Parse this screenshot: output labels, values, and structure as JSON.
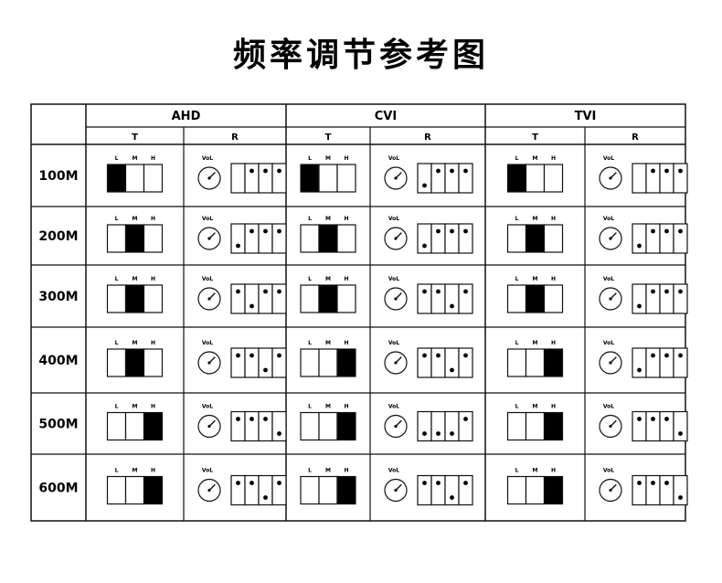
{
  "title": "频率调节参考图",
  "groups": [
    {
      "name": "AHD",
      "t": "T",
      "r": "R"
    },
    {
      "name": "CVI",
      "t": "T",
      "r": "R"
    },
    {
      "name": "TVI",
      "t": "T",
      "r": "R"
    }
  ],
  "switch_labels": [
    "L",
    "M",
    "H"
  ],
  "vol_label": "VoL",
  "rows": [
    {
      "label": "100M",
      "cells": [
        {
          "t": 0,
          "dial": 0.5,
          "r": [
            0,
            1,
            1,
            1
          ]
        },
        {
          "t": 0,
          "dial": 0.5,
          "r": [
            -1,
            1,
            1,
            1
          ]
        },
        {
          "t": 0,
          "dial": 0.5,
          "r": [
            0,
            1,
            1,
            1
          ]
        }
      ]
    },
    {
      "label": "200M",
      "cells": [
        {
          "t": 1,
          "dial": 0.5,
          "r": [
            -1,
            1,
            1,
            1
          ]
        },
        {
          "t": 1,
          "dial": 0.5,
          "r": [
            -1,
            1,
            1,
            1
          ]
        },
        {
          "t": 1,
          "dial": 0.5,
          "r": [
            -1,
            1,
            1,
            1
          ]
        }
      ]
    },
    {
      "label": "300M",
      "cells": [
        {
          "t": 1,
          "dial": 0.5,
          "r": [
            1,
            -1,
            1,
            1
          ]
        },
        {
          "t": 1,
          "dial": 0.5,
          "r": [
            1,
            1,
            -1,
            1
          ]
        },
        {
          "t": 1,
          "dial": 0.5,
          "r": [
            -1,
            1,
            1,
            1
          ]
        }
      ]
    },
    {
      "label": "400M",
      "cells": [
        {
          "t": 1,
          "dial": 0.5,
          "r": [
            1,
            1,
            -1,
            1
          ]
        },
        {
          "t": 2,
          "dial": 0.5,
          "r": [
            1,
            1,
            -1,
            1
          ]
        },
        {
          "t": 2,
          "dial": 0.5,
          "r": [
            -1,
            1,
            1,
            1
          ]
        }
      ]
    },
    {
      "label": "500M",
      "cells": [
        {
          "t": 2,
          "dial": 0.5,
          "r": [
            1,
            1,
            1,
            -1
          ]
        },
        {
          "t": 2,
          "dial": 0.5,
          "r": [
            -1,
            -1,
            -1,
            1
          ]
        },
        {
          "t": 2,
          "dial": 0.5,
          "r": [
            1,
            1,
            1,
            -1
          ]
        }
      ]
    },
    {
      "label": "600M",
      "cells": [
        {
          "t": 2,
          "dial": 0.5,
          "r": [
            1,
            1,
            -1,
            1
          ]
        },
        {
          "t": 2,
          "dial": 0.5,
          "r": [
            1,
            1,
            -1,
            1
          ]
        },
        {
          "t": 2,
          "dial": 0.5,
          "r": [
            1,
            1,
            1,
            -1
          ]
        }
      ]
    }
  ]
}
